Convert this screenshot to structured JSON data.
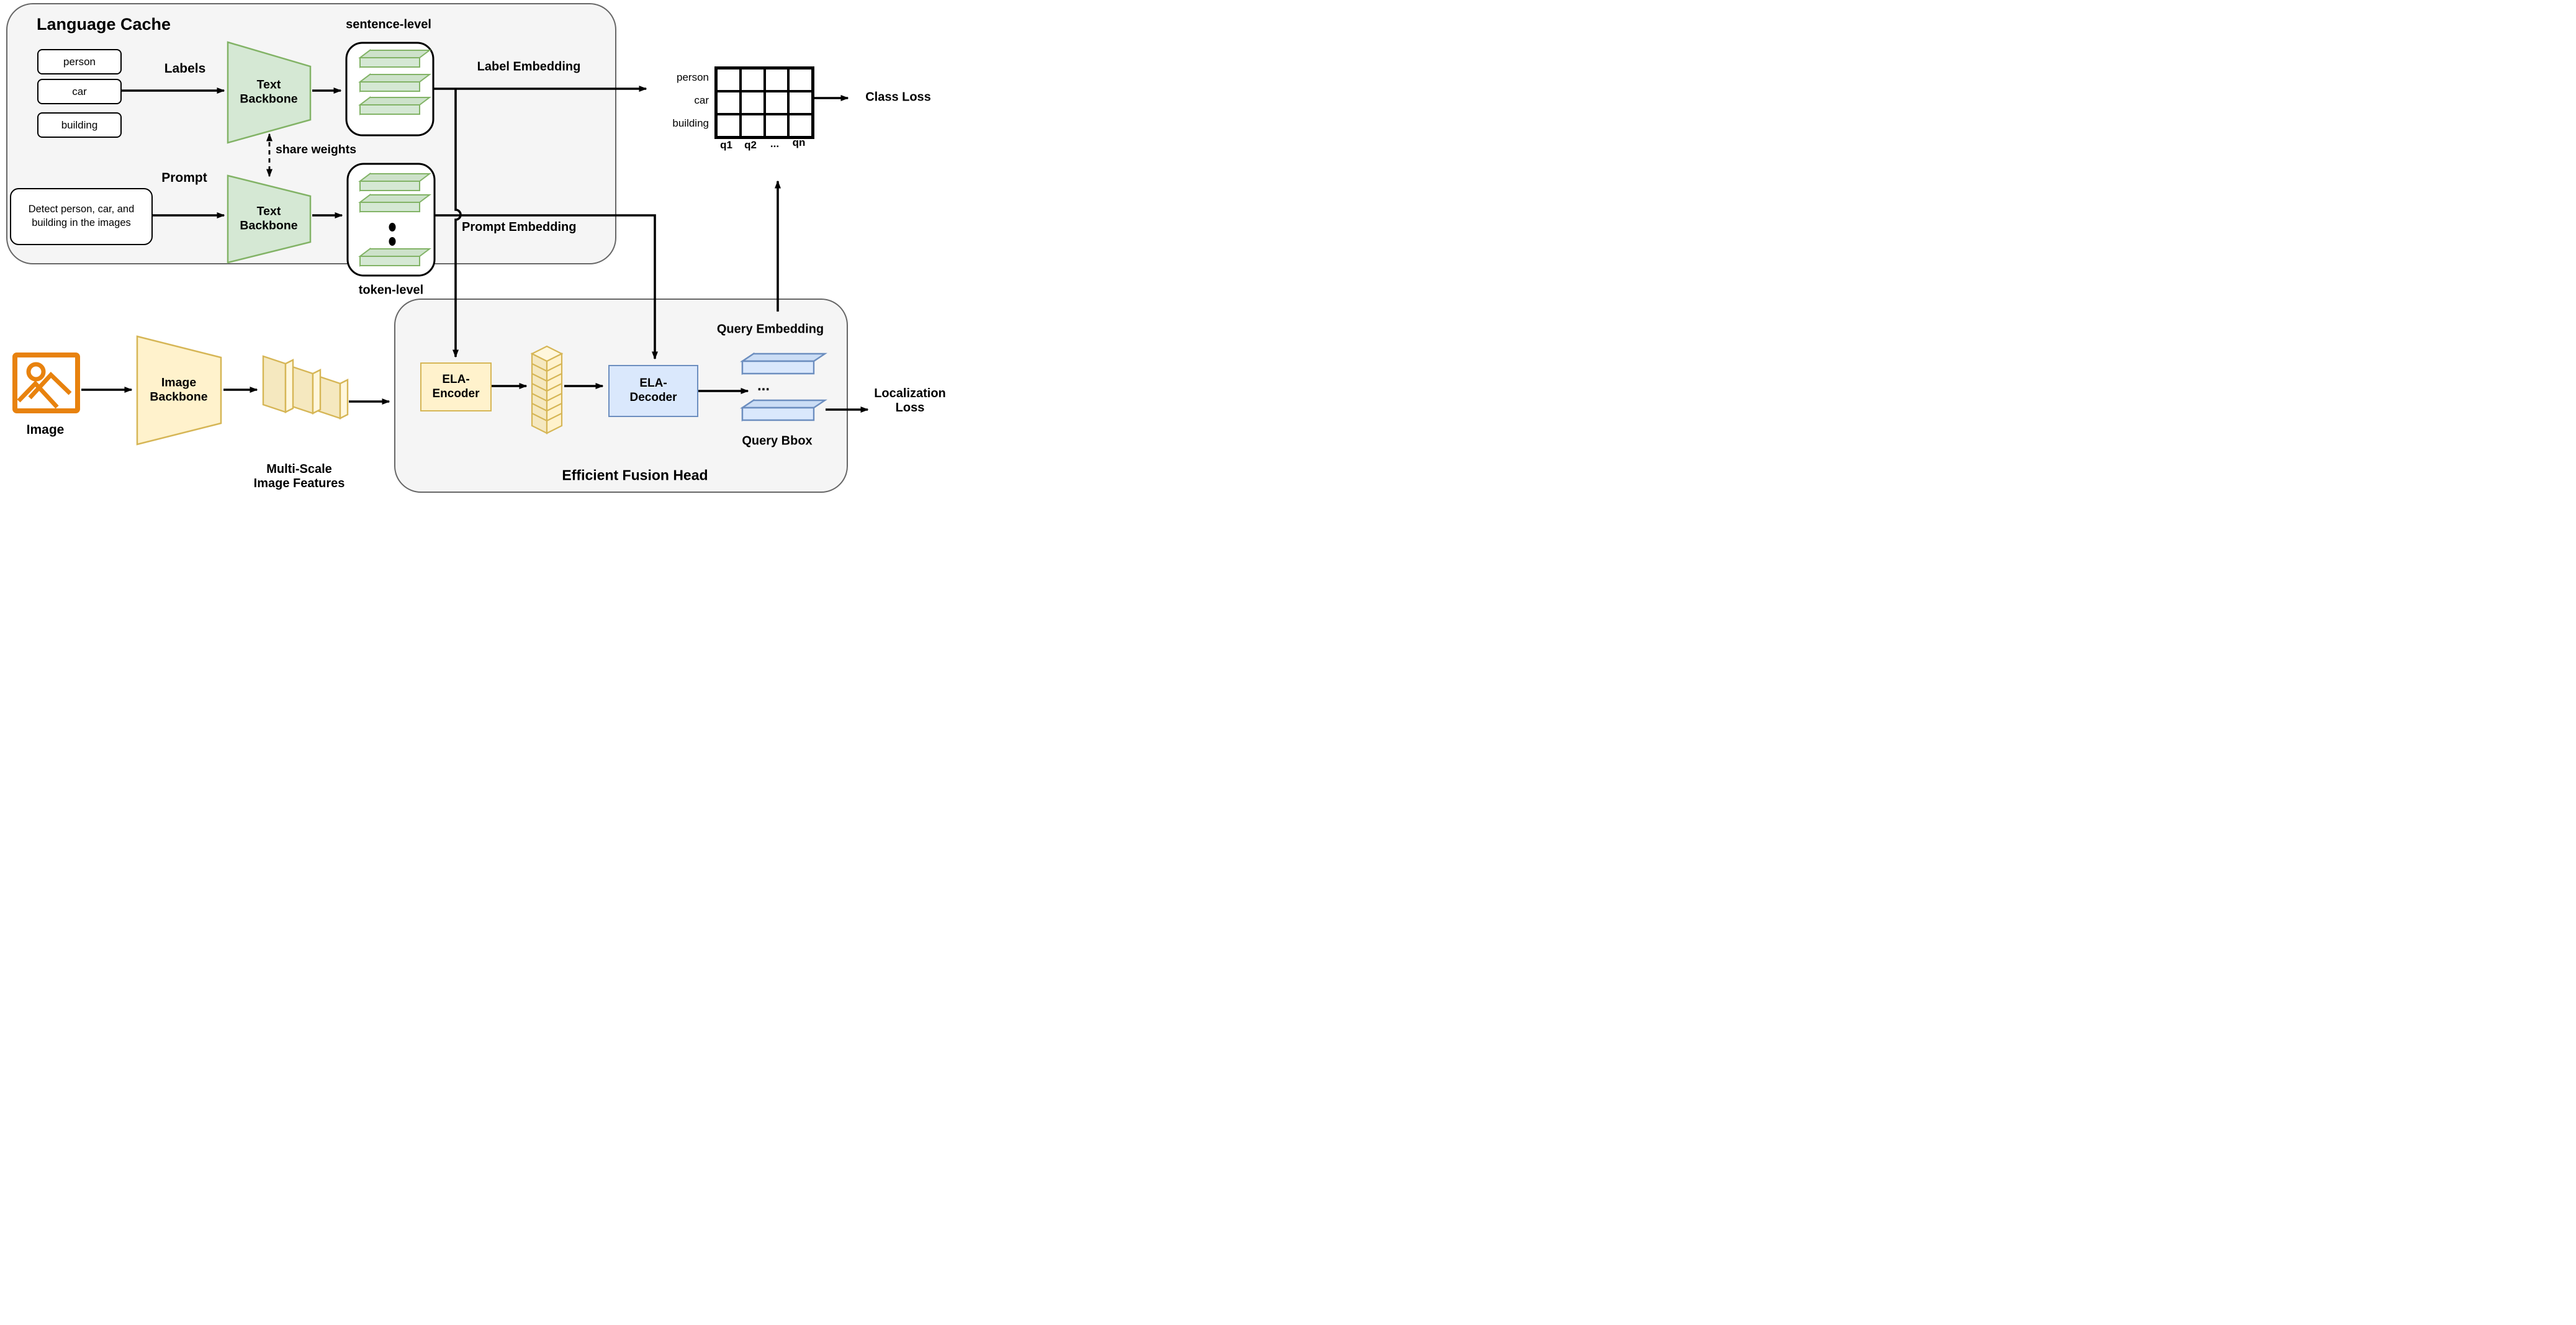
{
  "diagram": {
    "language_cache": {
      "title": "Language Cache",
      "labels_caption": "Labels",
      "label_items": [
        "person",
        "car",
        "building"
      ],
      "prompt_caption": "Prompt",
      "prompt_text": "Detect person, car, and building in the images",
      "text_backbone": {
        "line1": "Text",
        "line2": "Backbone"
      },
      "share_weights": "share weights",
      "sentence_level_caption": "sentence-level",
      "token_level_caption": "token-level"
    },
    "embedding_labels": {
      "label": "Label Embedding",
      "prompt": "Prompt Embedding"
    },
    "class_matrix": {
      "row_labels": [
        "person",
        "car",
        "building"
      ],
      "col_labels": [
        "q1",
        "q2",
        "...",
        "qn"
      ],
      "loss_caption": "Class Loss"
    },
    "image_branch": {
      "image_caption": "Image",
      "backbone": {
        "line1": "Image",
        "line2": "Backbone"
      },
      "features_caption": {
        "line1": "Multi-Scale",
        "line2": "Image Features"
      }
    },
    "fusion_head": {
      "title": "Efficient Fusion Head",
      "encoder": {
        "line1": "ELA-",
        "line2": "Encoder"
      },
      "decoder": {
        "line1": "ELA-",
        "line2": "Decoder"
      },
      "queries_ellipsis": "...",
      "query_embedding_caption": "Query Embedding",
      "query_bbox_caption": "Query Bbox",
      "localization_loss": {
        "line1": "Localization",
        "line2": "Loss"
      }
    },
    "colors": {
      "green_fill": "#d5e8d4",
      "green_stroke": "#82b366",
      "yellow_fill": "#fff2cc",
      "yellow_stroke": "#d6b656",
      "blue_fill": "#dae8fc",
      "blue_stroke": "#6c8ebf",
      "orange": "#e8820e",
      "container_fill": "#f5f5f5",
      "container_stroke": "#666666",
      "line_color": "#000000"
    }
  }
}
